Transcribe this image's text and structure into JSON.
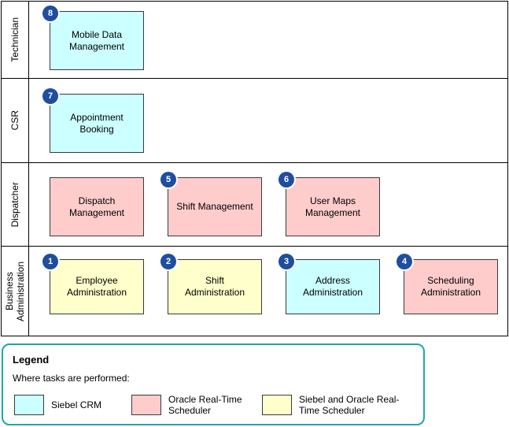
{
  "diagram": {
    "lanes": [
      {
        "label": "Technician",
        "tasks": [
          {
            "number": "8",
            "label": "Mobile Data Management",
            "color": "#ccffff"
          }
        ]
      },
      {
        "label": "CSR",
        "tasks": [
          {
            "number": "7",
            "label": "Appointment Booking",
            "color": "#ccffff"
          }
        ]
      },
      {
        "label": "Dispatcher",
        "tasks": [
          {
            "label": "Dispatch Management",
            "color": "#ffcccc"
          },
          {
            "number": "5",
            "label": "Shift Management",
            "color": "#ffcccc"
          },
          {
            "number": "6",
            "label": "User Maps Management",
            "color": "#ffcccc"
          }
        ]
      },
      {
        "label": "Business Administration",
        "tasks": [
          {
            "number": "1",
            "label": "Employee Administration",
            "color": "#ffffcc"
          },
          {
            "number": "2",
            "label": "Shift Administration",
            "color": "#ffffcc"
          },
          {
            "number": "3",
            "label": "Address Administration",
            "color": "#ccffff"
          },
          {
            "number": "4",
            "label": "Scheduling Administration",
            "color": "#ffcccc"
          }
        ]
      }
    ]
  },
  "legend": {
    "title": "Legend",
    "subtitle": "Where tasks are performed:",
    "items": [
      {
        "label": "Siebel CRM",
        "color": "#ccffff"
      },
      {
        "label": "Oracle Real-Time Scheduler",
        "color": "#ffcccc"
      },
      {
        "label": "Siebel and Oracle Real-Time Scheduler",
        "color": "#ffffcc"
      }
    ]
  },
  "colors": {
    "siebel_crm": "#ccffff",
    "oracle_rts": "#ffcccc",
    "siebel_and_oracle_rts": "#ffffcc",
    "badge_fill": "#1f4e9e",
    "legend_border": "#1ba7ad"
  }
}
